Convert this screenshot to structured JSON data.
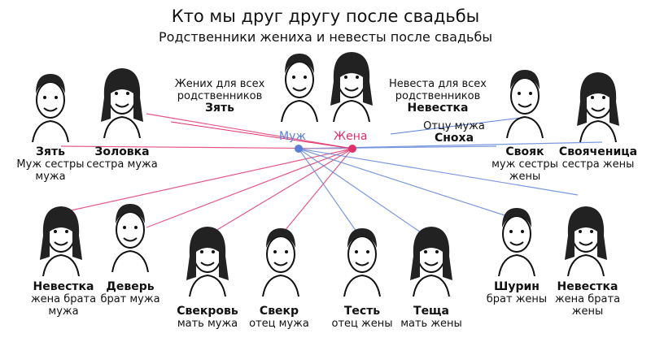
{
  "title": "Кто мы друг другу после свадьбы",
  "subtitle": "Родственники жениха и невесты после свадьбы",
  "colors": {
    "husband": "#5a7fd6",
    "wife": "#e0306a"
  },
  "center": {
    "husband": "Муж",
    "wife": "Жена",
    "groom_caption": "Жених для всех родственников",
    "groom_title": "Зять",
    "bride_caption": "Невеста для всех родственников",
    "bride_title": "Невестка",
    "bride_father_caption": "Отцу мужа",
    "bride_father_title": "Сноха"
  },
  "people": [
    {
      "title": "Зять",
      "desc": "Муж сестры мужа",
      "side": "husband"
    },
    {
      "title": "Золовка",
      "desc": "сестра мужа",
      "side": "husband"
    },
    {
      "title": "Невестка",
      "desc": "жена брата мужа",
      "side": "husband"
    },
    {
      "title": "Деверь",
      "desc": "брат мужа",
      "side": "husband"
    },
    {
      "title": "Свекровь",
      "desc": "мать мужа",
      "side": "husband"
    },
    {
      "title": "Свекр",
      "desc": "отец мужа",
      "side": "husband"
    },
    {
      "title": "Тесть",
      "desc": "отец жены",
      "side": "wife"
    },
    {
      "title": "Теща",
      "desc": "мать жены",
      "side": "wife"
    },
    {
      "title": "Шурин",
      "desc": "брат жены",
      "side": "wife"
    },
    {
      "title": "Невестка",
      "desc": "жена брата жены",
      "side": "wife"
    },
    {
      "title": "Свояк",
      "desc": "муж сестры жены",
      "side": "wife"
    },
    {
      "title": "Свояченица",
      "desc": "сестра жены",
      "side": "wife"
    }
  ]
}
